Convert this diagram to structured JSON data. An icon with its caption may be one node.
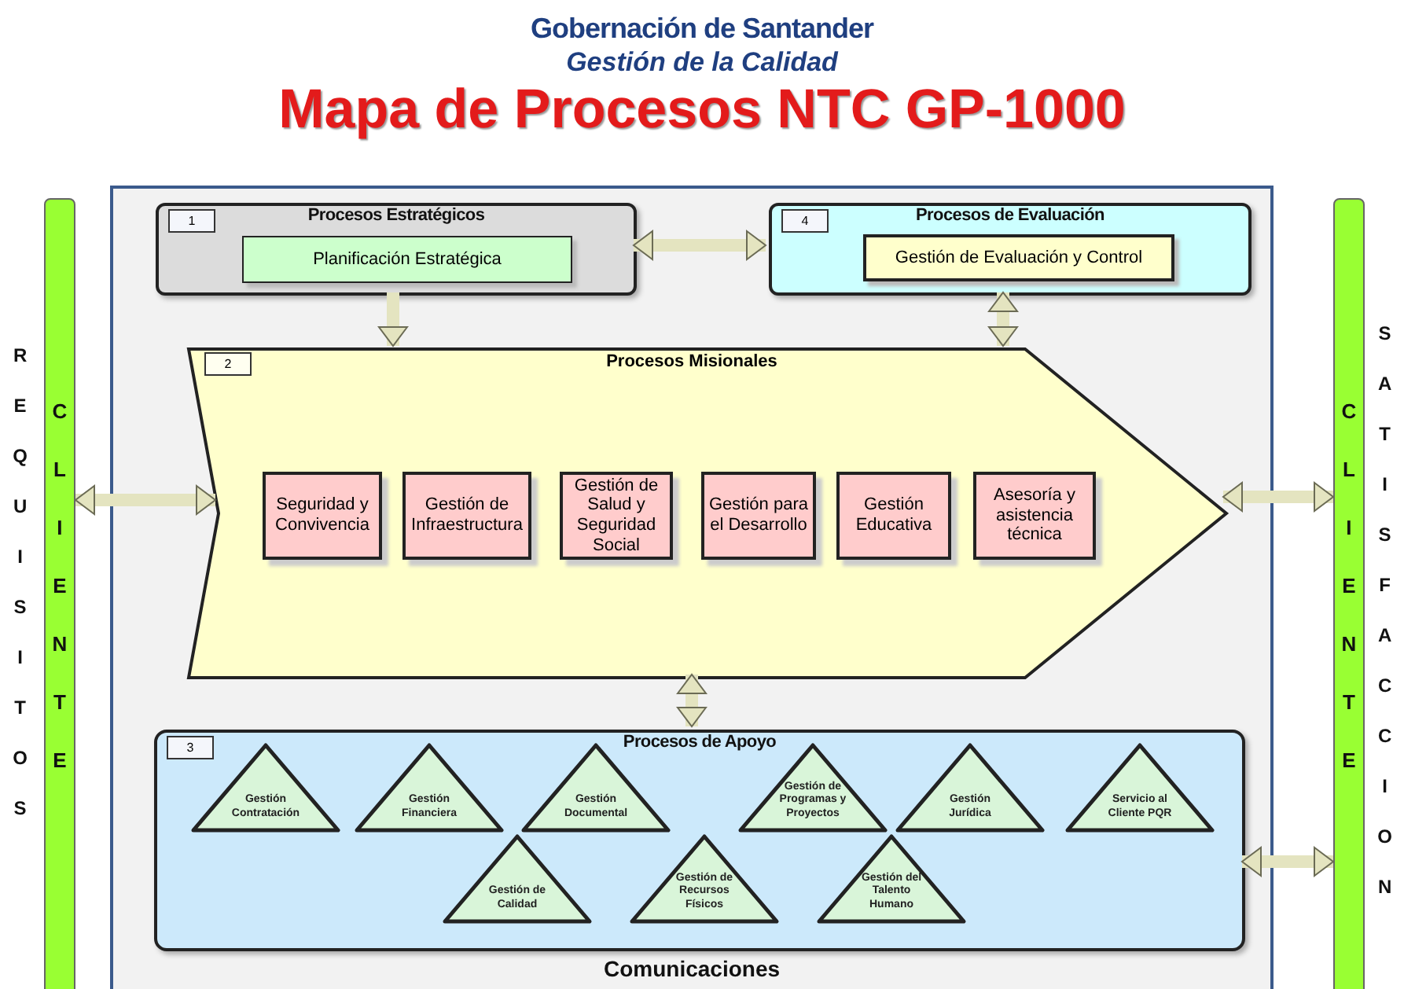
{
  "diagram": {
    "title": "Mapa de Procesos NTC GP-1000",
    "nodes": [
      {
        "text": [
          "Comunicaciones"
        ]
      },
      {
        "text": [
          "1",
          "Procesos Estratégicos"
        ],
        "in": 0
      },
      {
        "text": [
          "Planificación Estratégica"
        ],
        "in": 1
      },
      {
        "text": [
          "4",
          "Procesos de Evaluación"
        ],
        "in": 0
      },
      {
        "text": [
          "Gestión de Evaluación y Control"
        ],
        "in": 3
      },
      {
        "text": [
          "2",
          "Procesos Misionales"
        ],
        "in": 0
      },
      {
        "text": [
          "Seguridad y Convivencia"
        ],
        "in": 5
      },
      {
        "text": [
          "Gestión de Infraestructura"
        ],
        "in": 5
      },
      {
        "text": [
          "Gestión de Salud y Seguridad Social"
        ],
        "in": 5
      },
      {
        "text": [
          "Gestión para el Desarrollo"
        ],
        "in": 5
      },
      {
        "text": [
          "Gestión Educativa"
        ],
        "in": 5
      },
      {
        "text": [
          "Asesoría y asistencia técnica"
        ],
        "in": 5
      },
      {
        "text": [
          "3",
          "Procesos de Apoyo"
        ],
        "in": 0
      },
      {
        "text": [
          "Gestión Contratación"
        ],
        "in": 12
      },
      {
        "text": [
          "Gestión Financiera"
        ],
        "in": 12
      },
      {
        "text": [
          "Gestión Documental"
        ],
        "in": 12
      },
      {
        "text": [
          "Gestión de Programas y Proyectos"
        ],
        "in": 12
      },
      {
        "text": [
          "Gestión Jurídica"
        ],
        "in": 12
      },
      {
        "text": [
          "Servicio al Cliente PQR"
        ],
        "in": 12
      },
      {
        "text": [
          "Gestión de Calidad"
        ],
        "in": 12
      },
      {
        "text": [
          "Gestión de Recursos Físicos"
        ],
        "in": 12
      },
      {
        "text": [
          "Gestión del Talento Humano"
        ],
        "in": 12
      },
      {
        "text": [
          "CLIENTE"
        ],
        "beside": [
          "REQUISITOS"
        ]
      },
      {
        "text": [
          "CLIENTE"
        ],
        "beside": [
          "SATISFACCION"
        ]
      }
    ],
    "edges": [
      {
        "from": 1,
        "to": 3,
        "arrow": "both"
      },
      {
        "from": 1,
        "to": 5,
        "arrow": "to"
      },
      {
        "from": 3,
        "to": 5,
        "arrow": "both"
      },
      {
        "from": 5,
        "to": 12,
        "arrow": "both"
      },
      {
        "from": 22,
        "to": 5,
        "arrow": "both"
      },
      {
        "from": 5,
        "to": 23,
        "arrow": "both"
      },
      {
        "from": 12,
        "to": 23,
        "arrow": "both"
      }
    ],
    "labels": [
      "Gobernación de Santander",
      "Gestión de la Calidad"
    ]
  }
}
